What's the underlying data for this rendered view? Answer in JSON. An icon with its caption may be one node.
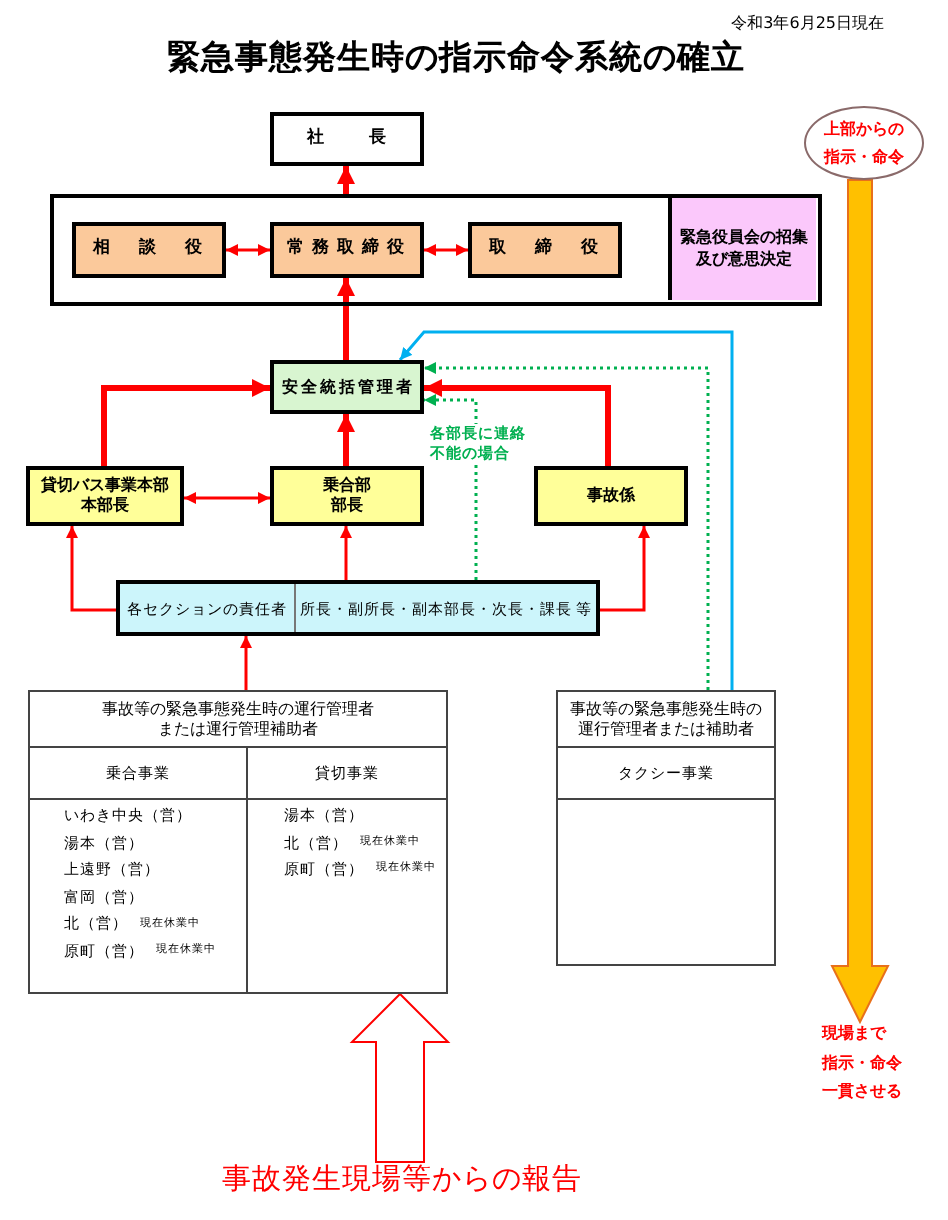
{
  "diagram": {
    "title": "緊急事態発生時の指示命令系統の確立",
    "nodes": [
      {
        "text": [
          "社長"
        ]
      },
      {
        "text": [
          "上部からの指示・命令"
        ]
      },
      {
        "text": [],
        "shape": "box"
      },
      {
        "text": [
          "相談役"
        ],
        "in": 2
      },
      {
        "text": [
          "常務取締役"
        ],
        "in": 2
      },
      {
        "text": [
          "取締役"
        ],
        "in": 2
      },
      {
        "text": [
          "緊急役員会の招集及び意思決定"
        ],
        "in": 2
      },
      {
        "text": [
          "安全統括管理者"
        ]
      },
      {
        "text": [
          "貸切バス事業本部本部長"
        ]
      },
      {
        "text": [
          "乗合部部長"
        ]
      },
      {
        "text": [
          "事故係"
        ]
      },
      {
        "text": [
          "各セクションの責任者",
          "所長・副所長・副本部長・次長・課長 等"
        ]
      },
      {
        "text": [
          "事故等の緊急事態発生時の運行管理者または運行管理補助者"
        ]
      },
      {
        "text": [
          "乗合事業",
          "いわき中央（営）",
          "湯本（営）",
          "上遠野（営）",
          "富岡（営）",
          "北（営）",
          "現在休業中",
          "原町（営）",
          "現在休業中"
        ],
        "in": 12
      },
      {
        "text": [
          "貸切事業",
          "湯本（営）",
          "北（営）",
          "現在休業中",
          "原町（営）",
          "現在休業中"
        ],
        "in": 12
      },
      {
        "text": [
          "事故等の緊急事態発生時の運行管理者または補助者"
        ]
      },
      {
        "text": [
          "タクシー事業"
        ],
        "in": 15
      },
      {
        "text": [
          "現場まで",
          "指示・命令",
          "一貫させる"
        ]
      },
      {
        "text": [
          "事故発生現場等からの報告"
        ]
      }
    ],
    "edges": [
      {
        "from": 2,
        "to": 0,
        "arrow": "to",
        "style": "thick"
      },
      {
        "from": 3,
        "to": 4,
        "arrow": "both"
      },
      {
        "from": 4,
        "to": 5,
        "arrow": "both"
      },
      {
        "from": 7,
        "to": 4,
        "arrow": "to",
        "style": "thick"
      },
      {
        "from": 8,
        "to": 7,
        "arrow": "to",
        "style": "thick"
      },
      {
        "from": 9,
        "to": 7,
        "arrow": "to",
        "style": "thick"
      },
      {
        "from": 10,
        "to": 7,
        "arrow": "to",
        "style": "thick"
      },
      {
        "from": 8,
        "to": 9,
        "arrow": "both"
      },
      {
        "from": 11,
        "to": 8,
        "arrow": "to"
      },
      {
        "from": 11,
        "to": 9,
        "arrow": "to"
      },
      {
        "from": 11,
        "to": 10,
        "arrow": "to"
      },
      {
        "from": 11,
        "to": 7,
        "arrow": "to",
        "label": "各部長に連絡不能の場合",
        "style": "dashed",
        "color": "#00b050"
      },
      {
        "from": 12,
        "to": 11,
        "arrow": "to"
      },
      {
        "from": 15,
        "to": 7,
        "arrow": "to",
        "style": "dashed",
        "color": "#00b050"
      },
      {
        "from": 15,
        "to": 7,
        "arrow": "to",
        "color": "#00b0f0"
      },
      {
        "from": 1,
        "to": 17,
        "arrow": "to",
        "color": "#ffc000"
      },
      {
        "from": 18,
        "to": 12,
        "arrow": "to"
      }
    ],
    "labels": [
      "令和3年6月25日現在"
    ]
  }
}
